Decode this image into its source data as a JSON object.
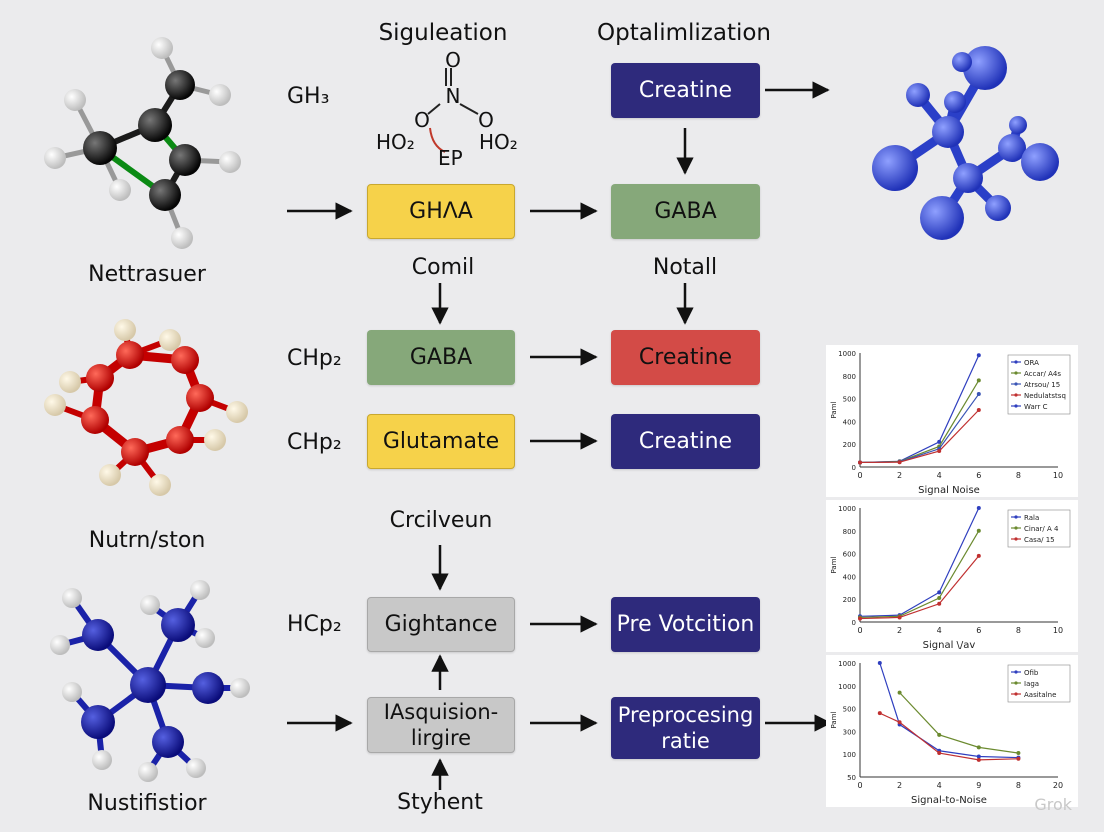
{
  "colors": {
    "yellow": "#f6d24a",
    "green": "#86a87a",
    "red": "#d34b47",
    "navy": "#2e2a7c",
    "gray": "#c8c8c8",
    "arrow": "#111111"
  },
  "headings": {
    "col1": "Siguleation",
    "col2": "Optalimlization"
  },
  "molecule_labels": {
    "top": "Nettrasuer",
    "middle": "Nutrn/ston",
    "bottom": "Nustifistior"
  },
  "formula": {
    "gh3": "GH₃",
    "o_top": "O",
    "n": "N",
    "o_left": "O",
    "o_right": "O",
    "ho2_left": "HO₂",
    "ho2_right": "HO₂",
    "ep": "EP"
  },
  "side_labels": {
    "chp2_a": "CHp₂",
    "chp2_b": "CHp₂",
    "hcp2": "HCp₂"
  },
  "flow_labels": {
    "comil": "Comil",
    "notall": "Notall",
    "crcilveun": "Crcilveun",
    "styhent": "Styhent"
  },
  "boxes": {
    "creatine_top": "Creatine",
    "ghaa": "GHΛA",
    "gaba_top": "GABA",
    "gaba_mid": "GABA",
    "creatine_red": "Creatine",
    "glutamate": "Glutamate",
    "creatine_navy": "Creatine",
    "gightance": "Gightance",
    "pre_votcition": "Pre Votcition",
    "iasquision": "IAsquision-\nlirgire",
    "preprocesing": "Preprocesing\nratie"
  },
  "watermark": "Grok",
  "chart_data": [
    {
      "type": "line",
      "xlabel": "Signal Noise",
      "ylabel": "Paml",
      "xlim": [
        0,
        10
      ],
      "ylim": [
        0,
        1000
      ],
      "x_ticks": [
        "0",
        "2",
        "4",
        "6",
        "8",
        "10"
      ],
      "y_ticks": [
        "0",
        "200",
        "400",
        "600",
        "800",
        "1000"
      ],
      "y_tick_text": [
        "0",
        "200",
        "400",
        "500",
        "800",
        "1000"
      ],
      "legend": "top-right",
      "grid": false,
      "series": [
        {
          "name": "ORA",
          "color": "#2f3fbf",
          "x": [
            0,
            2,
            4,
            6
          ],
          "y": [
            40,
            50,
            220,
            980
          ]
        },
        {
          "name": "Accar/ A4s",
          "color": "#6b8a2f",
          "x": [
            0,
            2,
            4,
            6
          ],
          "y": [
            40,
            48,
            180,
            760
          ]
        },
        {
          "name": "Atrsou/ 15",
          "color": "#3a55b5",
          "x": [
            0,
            2,
            4,
            6
          ],
          "y": [
            40,
            45,
            160,
            640
          ]
        },
        {
          "name": "Nedulatstsq",
          "color": "#c03030",
          "x": [
            0,
            2,
            4,
            6
          ],
          "y": [
            40,
            42,
            140,
            500
          ]
        },
        {
          "name": "Warr C",
          "color": "#2f3fbf",
          "x": [],
          "y": []
        }
      ]
    },
    {
      "type": "line",
      "xlabel": "Signal \\/av",
      "ylabel": "Paml",
      "xlim": [
        0,
        10
      ],
      "ylim": [
        0,
        1000
      ],
      "x_ticks": [
        "0",
        "2",
        "4",
        "6",
        "8",
        "10"
      ],
      "y_ticks": [
        "0",
        "200",
        "400",
        "600",
        "800",
        "1000"
      ],
      "y_tick_text": [
        "0",
        "200",
        "400",
        "600",
        "800",
        "1000"
      ],
      "legend": "top-right",
      "grid": false,
      "series": [
        {
          "name": "Rala",
          "color": "#2f3fbf",
          "x": [
            0,
            2,
            4,
            6
          ],
          "y": [
            50,
            60,
            260,
            1000
          ]
        },
        {
          "name": "Cinar/ A 4",
          "color": "#6b8a2f",
          "x": [
            0,
            2,
            4,
            6
          ],
          "y": [
            40,
            50,
            210,
            800
          ]
        },
        {
          "name": "Casa/ 15",
          "color": "#c03030",
          "x": [
            0,
            2,
            4,
            6
          ],
          "y": [
            30,
            40,
            160,
            580
          ]
        }
      ]
    },
    {
      "type": "line",
      "xlabel": "Signal-to-Noise",
      "ylabel": "Paml",
      "xlim": [
        0,
        10
      ],
      "ylim": [
        0,
        1000
      ],
      "x_ticks": [
        "0",
        "2",
        "4",
        "6",
        "8",
        "10"
      ],
      "y_ticks": [
        "0",
        "200",
        "400",
        "600",
        "800",
        "1000"
      ],
      "x_tick_text": [
        "0",
        "2",
        "4",
        "9",
        "8",
        "20"
      ],
      "y_tick_text": [
        "50",
        "100",
        "300",
        "500",
        "1000",
        "1000"
      ],
      "legend": "top-right",
      "grid": false,
      "series": [
        {
          "name": "Ofib",
          "color": "#2f3fbf",
          "x": [
            1,
            2,
            4,
            6,
            8
          ],
          "y": [
            1000,
            460,
            230,
            180,
            170
          ]
        },
        {
          "name": "Iaga",
          "color": "#6b8a2f",
          "x": [
            2,
            4,
            6,
            8
          ],
          "y": [
            740,
            370,
            260,
            210
          ]
        },
        {
          "name": "Aasitalne",
          "color": "#c03030",
          "x": [
            1,
            2,
            4,
            6,
            8
          ],
          "y": [
            560,
            480,
            210,
            150,
            160
          ]
        }
      ]
    }
  ]
}
